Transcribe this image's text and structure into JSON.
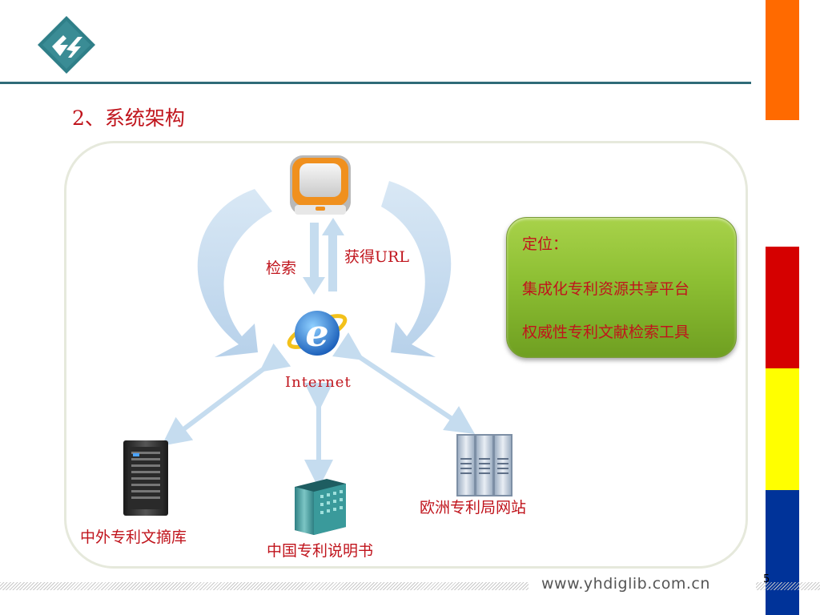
{
  "slide": {
    "title": "2、系统架构",
    "page_number": "5"
  },
  "footer": {
    "url": "www.yhdiglib.com.cn"
  },
  "colors": {
    "title_text": "#c0141c",
    "header_line": "#2f6b78",
    "bar_orange": "#ff6a00",
    "bar_red": "#d50000",
    "bar_yellow": "#ffff00",
    "bar_blue": "#003399",
    "green_box": "#8dbf33",
    "arrow_light_blue": "#c5dcef"
  },
  "diagram": {
    "client_icon": "computer-terminal-icon",
    "browser_icon": "internet-explorer-icon",
    "labels": {
      "search": "检索",
      "get_url": "获得URL",
      "internet": "Internet"
    },
    "databases": [
      {
        "label": "中外专利文摘库",
        "icon": "server-tower-icon"
      },
      {
        "label": "中国专利说明书",
        "icon": "server-cabinet-icon"
      },
      {
        "label": "欧洲专利局网站",
        "icon": "server-rack-icon"
      }
    ],
    "positioning": {
      "heading": "定位：",
      "line1": "集成化专利资源共享平台",
      "line2": "权威性专利文献检索工具"
    }
  }
}
